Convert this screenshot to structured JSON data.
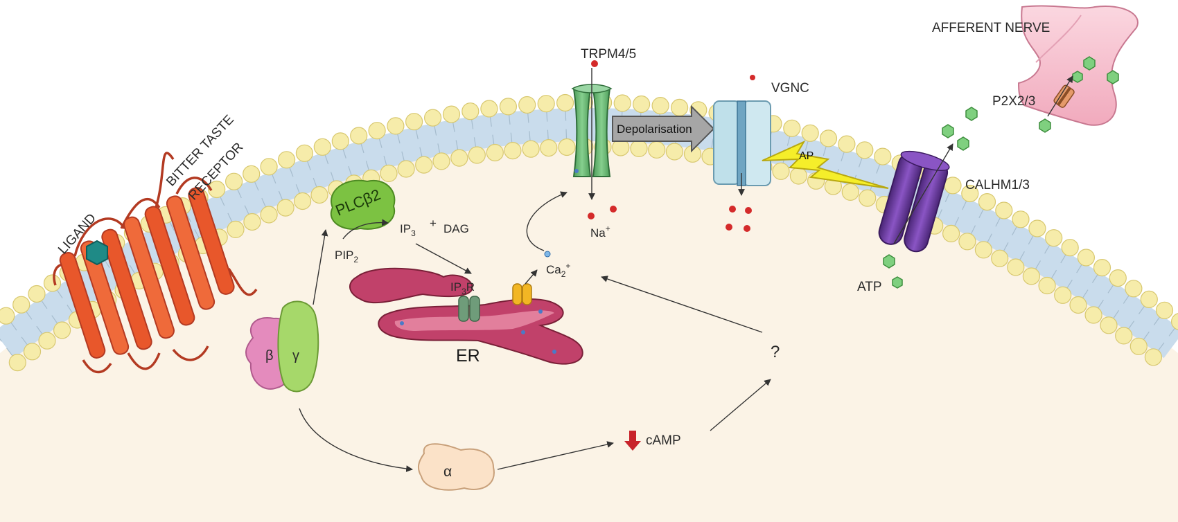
{
  "labels": {
    "ligand": "LIGAND",
    "bitter_taste_receptor_line1": "BITTER TASTE",
    "bitter_taste_receptor_line2": "RECEPTOR",
    "plcb2": "PLCβ2",
    "pip2_main": "PIP",
    "pip2_sub": "2",
    "ip3_main": "IP",
    "ip3_sub": "3",
    "plus": "+",
    "dag": "DAG",
    "ip3r_a": "IP",
    "ip3r_sub": "3",
    "ip3r_b": "R",
    "er": "ER",
    "ca_main": "Ca",
    "ca_sub": "2",
    "ca_sup": "+",
    "trpm": "TRPM4/5",
    "na_main": "Na",
    "na_sup": "+",
    "depolarisation": "Depolarisation",
    "vgnc": "VGNC",
    "ap": "AP",
    "calhm": "CALHM1/3",
    "atp": "ATP",
    "p2x": "P2X2/3",
    "afferent_nerve": "AFFERENT NERVE",
    "beta": "β",
    "gamma": "γ",
    "alpha": "α",
    "camp": "cAMP",
    "question": "?"
  },
  "colors": {
    "cytoplasm": "#fbf3e6",
    "lipid_head": "#f6ecaa",
    "lipid_head_stroke": "#d8c870",
    "membrane_core": "#c9dcec",
    "receptor": "#e8572b",
    "plcb2": "#7cc242",
    "trpm": "#6dbb7a",
    "vgnc": "#bfe0ea",
    "calhm": "#6a3a9c",
    "er": "#b33a5a",
    "nerve": "#f7c8d4",
    "atp": "#7fd07f",
    "ion_red": "#d42a2a",
    "ap_bolt": "#f5ee2a"
  }
}
